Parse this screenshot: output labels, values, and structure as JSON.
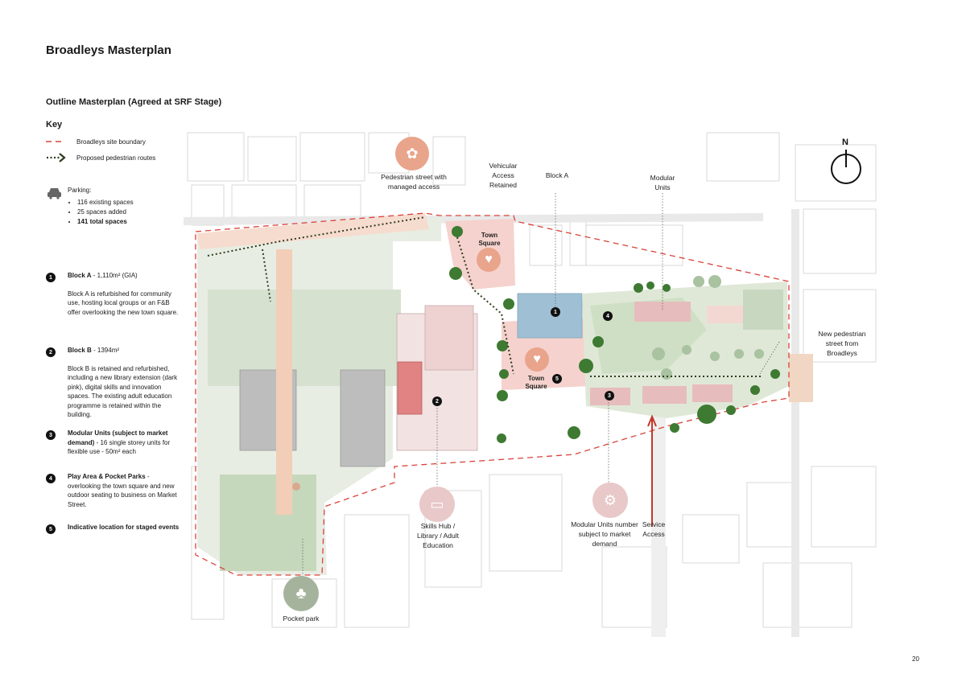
{
  "title": "Broadleys Masterplan",
  "subtitle": "Outline Masterplan (Agreed at SRF Stage)",
  "key": {
    "heading": "Key",
    "boundary_label": "Broadleys site boundary",
    "routes_label": "Proposed pedestrian routes",
    "parking_heading": "Parking:",
    "parking_items": [
      "116 existing spaces",
      "25 spaces added",
      "141 total spaces"
    ]
  },
  "notes": [
    {
      "num": "1",
      "title": "Block A",
      "title_rest": " - 1,110m² (GIA)",
      "body": "Block A is refurbished for community use, hosting local groups or an F&B offer overlooking the new town square."
    },
    {
      "num": "2",
      "title": "Block B",
      "title_rest": " - 1394m²",
      "body": "Block B is retained and refurbished, including a new library extension (dark pink), digital skills and innovation spaces. The existing adult education programme is retained within the building."
    },
    {
      "num": "3",
      "title": "Modular Units (subject to market demand)",
      "title_rest": " - 16 single storey units for flexible use - 50m² each",
      "body": ""
    },
    {
      "num": "4",
      "title": "Play Area & Pocket Parks",
      "title_rest": " - overlooking the town square and new outdoor seating to business on Market Street.",
      "body": ""
    },
    {
      "num": "5",
      "title": "Indicative location for staged events",
      "title_rest": "",
      "body": ""
    }
  ],
  "map_labels": {
    "ped_street": "Pedestrian street with managed access",
    "vehicular": "Vehicular Access Retained",
    "block_a": "Block A",
    "modular": "Modular Units",
    "new_ped_street": "New pedestrian street from Broadleys",
    "town_square": "Town Square",
    "skills_hub": "Skills Hub / Library / Adult Education",
    "modular_units_note": "Modular Units number subject to market demand",
    "service_access": "Service Access",
    "pocket_park": "Pocket park",
    "north": "N",
    "marker_1": "1",
    "marker_2": "2",
    "marker_3": "3",
    "marker_4": "4",
    "marker_5": "5"
  },
  "page_number": "20",
  "colors": {
    "boundary": "#d9433b",
    "route": "#2f3d1f",
    "green": "#cfdfc5",
    "tree": "#3e7a32",
    "pink": "#f3d1cc",
    "block_a": "#9fc0d4",
    "salmon": "#e9a48c",
    "modular": "#e7bcbc",
    "icon_pink": "#e8c8c8",
    "icon_green": "#a6b39c"
  }
}
